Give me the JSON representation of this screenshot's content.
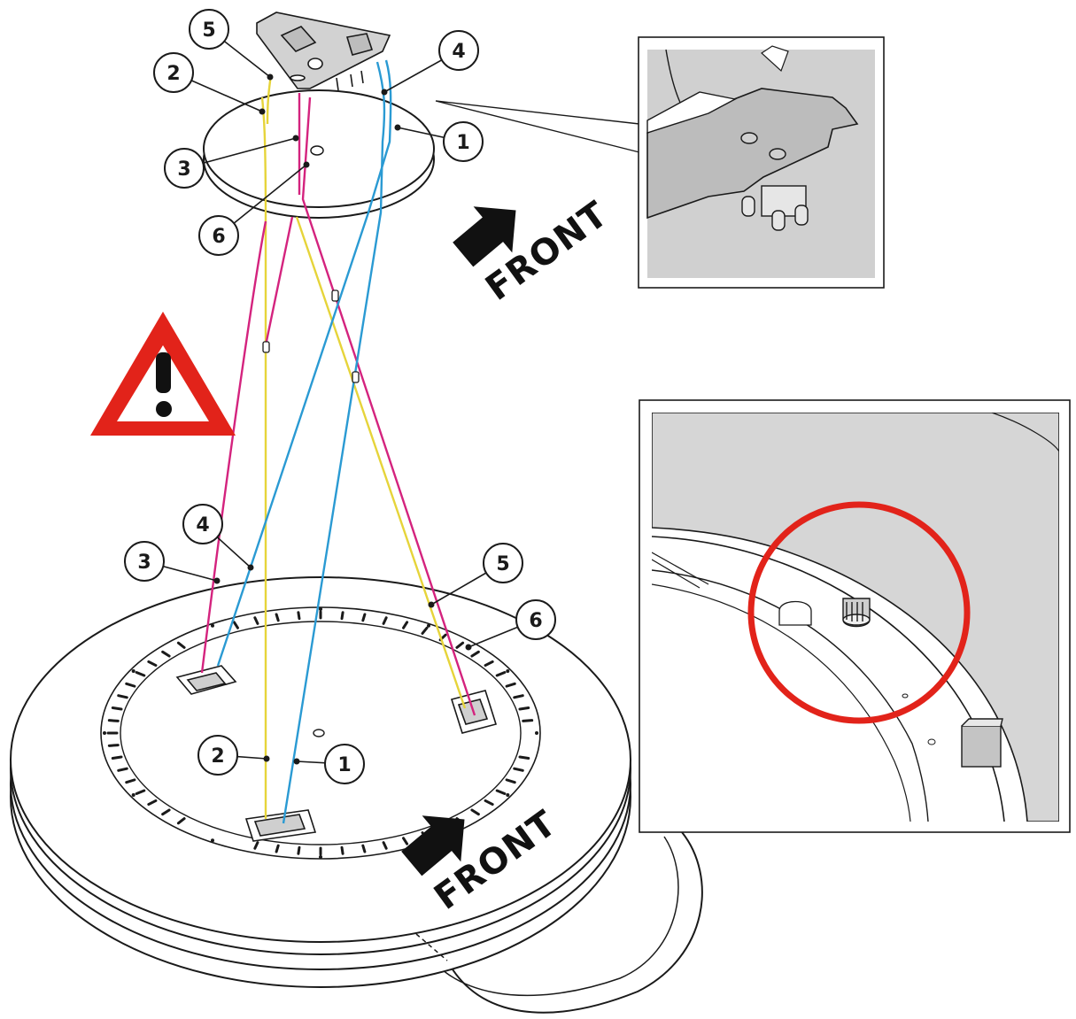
{
  "labels": {
    "front_top": "FRONT",
    "front_bottom": "FRONT"
  },
  "callouts_top": [
    {
      "id": "5",
      "name": "cable-5-top"
    },
    {
      "id": "2",
      "name": "cable-2-top"
    },
    {
      "id": "4",
      "name": "cable-4-top"
    },
    {
      "id": "1",
      "name": "cable-1-top"
    },
    {
      "id": "3",
      "name": "cable-3-top"
    },
    {
      "id": "6",
      "name": "cable-6-top"
    }
  ],
  "callouts_bottom": [
    {
      "id": "4",
      "name": "cable-4-bottom"
    },
    {
      "id": "3",
      "name": "cable-3-bottom"
    },
    {
      "id": "5",
      "name": "cable-5-bottom"
    },
    {
      "id": "6",
      "name": "cable-6-bottom"
    },
    {
      "id": "2",
      "name": "cable-2-bottom"
    },
    {
      "id": "1",
      "name": "cable-1-bottom"
    }
  ],
  "colors": {
    "cable_yellow": "#e6d43a",
    "cable_magenta": "#d4237e",
    "cable_blue": "#2a9ad3",
    "warning_red": "#e2231a",
    "detail_grey": "#dcdcdc",
    "line": "#1a1a1a"
  },
  "icons": {
    "warning": "warning-triangle-icon",
    "arrow": "front-arrow-icon"
  }
}
